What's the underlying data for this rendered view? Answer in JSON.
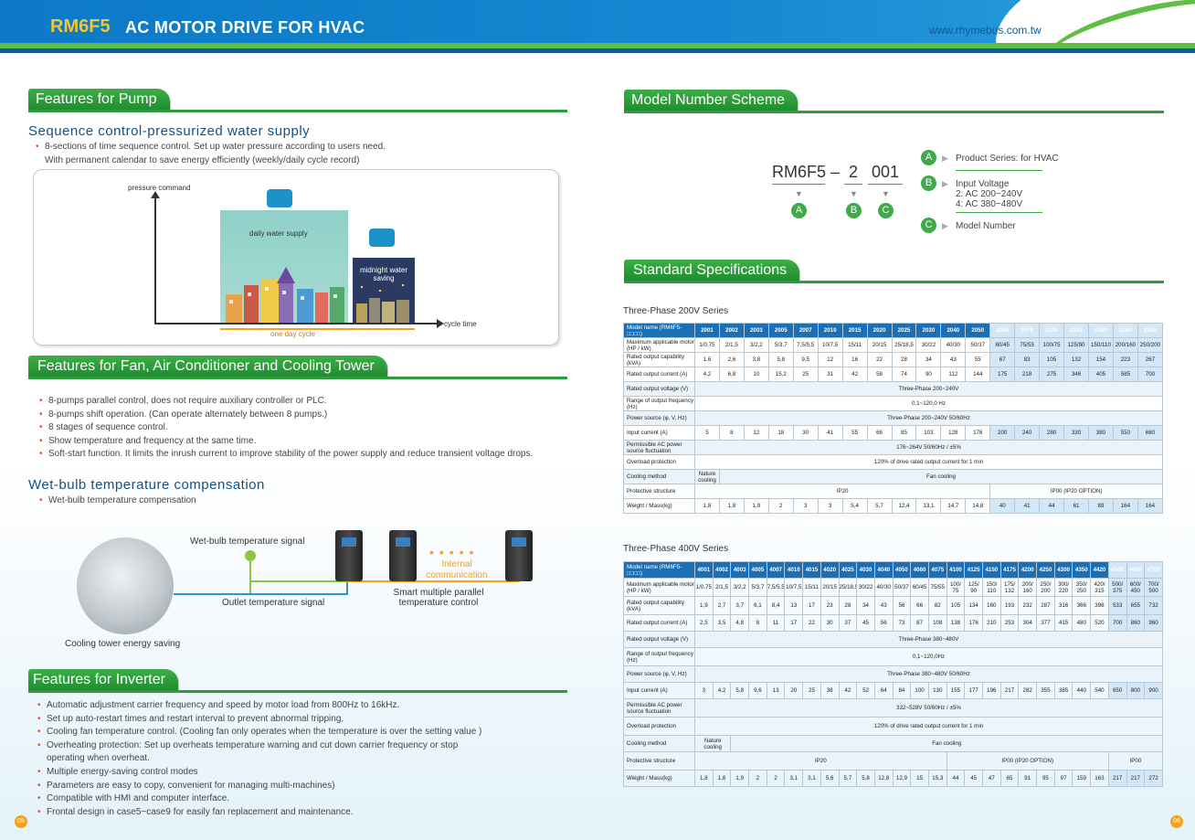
{
  "header": {
    "model": "RM6F5",
    "title": "AC MOTOR DRIVE FOR HVAC",
    "url": "www.rhymebus.com.tw"
  },
  "pump": {
    "section_title": "Features for Pump",
    "subtitle": "Sequence control-pressurized water supply",
    "bullets": [
      "8-sections of time sequence control. Set up water pressure according to users need.",
      "With permanent calendar to save energy efficiently (weekly/daily cycle record)"
    ],
    "diagram": {
      "y_label": "pressure command",
      "x_label": "cycle time",
      "day_label": "daily water supply",
      "night_label": "midnight water saving",
      "span_label": "one day cycle"
    }
  },
  "fan": {
    "section_title": "Features for Fan, Air Conditioner and Cooling Tower",
    "bullets": [
      "8-pumps parallel control, does not require auxiliary controller or PLC.",
      "8-pumps shift operation. (Can operate alternately between 8 pumps.)",
      "8 stages of sequence control.",
      "Show temperature and frequency at the same time.",
      "Soft-start function. It limits the inrush current to improve stability of the power supply and reduce transient voltage drops."
    ],
    "wetbulb_title": "Wet-bulb temperature compensation",
    "wetbulb_bullet": "Wet-bulb temperature compensation",
    "diagram": {
      "signal_label": "Wet-bulb temperature signal",
      "outlet_label": "Outlet temperature signal",
      "internal_label": "Internal communication",
      "smart_label": "Smart multiple parallel temperature control",
      "cooling_label": "Cooling tower energy saving"
    }
  },
  "inverter": {
    "section_title": "Features for Inverter",
    "bullets": [
      "Automatic adjustment carrier frequency and speed by motor load from 800Hz to 16kHz.",
      "Set up auto-restart times and restart interval to prevent abnormal tripping.",
      "Cooling fan temperature control. (Cooling fan only operates when the temperature is over the setting value )",
      "Overheating protection: Set up overheats temperature warning and cut down carrier frequency or stop",
      "operating when overheat.",
      "Multiple energy-saving control modes",
      "Parameters are easy to copy, convenient for managing multi-machines)",
      "Compatible with HMI and computer interface.",
      "Frontal design in case5~case9 for easily fan replacement and maintenance."
    ]
  },
  "scheme": {
    "section_title": "Model Number Scheme",
    "code_series": "RM6F5",
    "code_dash": "–",
    "code_voltage": "2",
    "code_model": "001",
    "markers": [
      "A",
      "B",
      "C"
    ],
    "desc_a": "Product Series: for HVAC",
    "desc_b_1": "Input Voltage",
    "desc_b_2": "2: AC 200~240V",
    "desc_b_3": "4: AC 380~480V",
    "desc_c": "Model Number"
  },
  "specs": {
    "section_title": "Standard Specifications",
    "t200": {
      "title": "Three-Phase 200V Series",
      "model_label": "Model name (RM6F5-□□□□)",
      "models": [
        "2001",
        "2002",
        "2003",
        "2005",
        "2007",
        "2010",
        "2015",
        "2020",
        "2025",
        "2030",
        "2040",
        "2050",
        "2060",
        "2075",
        "2100",
        "2125",
        "2150",
        "2200",
        "2250"
      ],
      "motor_label": "Maximum applicable motor (HP / kW)",
      "motor": [
        "1/0,75",
        "2/1,5",
        "3/2,2",
        "5/3,7",
        "7,5/5,5",
        "10/7,5",
        "15/11",
        "20/15",
        "25/18,5",
        "30/22",
        "40/30",
        "50/37",
        "60/45",
        "75/55",
        "100/75",
        "125/90",
        "150/110",
        "200/160",
        "250/200"
      ],
      "kva_label": "Rated output capability (kVA)",
      "kva": [
        "1,6",
        "2,6",
        "3,8",
        "5,8",
        "9,5",
        "12",
        "16",
        "22",
        "28",
        "34",
        "43",
        "55",
        "67",
        "83",
        "105",
        "132",
        "154",
        "223",
        "267"
      ],
      "current_label": "Rated output current (A)",
      "current": [
        "4,2",
        "6,8",
        "10",
        "15,2",
        "25",
        "31",
        "42",
        "58",
        "74",
        "90",
        "112",
        "144",
        "175",
        "218",
        "275",
        "346",
        "405",
        "585",
        "700"
      ],
      "voltage_label": "Rated output voltage (V)",
      "voltage": "Three-Phase 200~240V",
      "freq_label": "Range of output frequency (Hz)",
      "freq": "0,1~120,0 Hz",
      "power_label": "Power source (φ, V, Hz)",
      "power": "Three-Phase 200~240V 50/60Hz",
      "input_label": "Input current (A)",
      "input": [
        "5",
        "8",
        "12",
        "18",
        "30",
        "41",
        "55",
        "66",
        "85",
        "103",
        "128",
        "176",
        "200",
        "240",
        "280",
        "330",
        "380",
        "550",
        "660"
      ],
      "fluct_label": "Permissible AC power source fluctuation",
      "fluct": "176~264V 50/60Hz / ±5%",
      "overload_label": "Overload protection",
      "overload": "120% of drive rated output current for 1 min",
      "cooling_label": "Cooling method",
      "cooling_nature": "Nature cooling",
      "cooling_fan": "Fan cooling",
      "protect_label": "Protective structure",
      "protect_a": "IP20",
      "protect_b": "IP00 (IP20 OPTION)",
      "weight_label": "Weight / Mass(kg)",
      "weight": [
        "1,8",
        "1,8",
        "1,9",
        "2",
        "3",
        "3",
        "5,4",
        "5,7",
        "12,4",
        "13,1",
        "14,7",
        "14,8",
        "40",
        "41",
        "44",
        "61",
        "89",
        "164",
        "164"
      ]
    },
    "t400": {
      "title": "Three-Phase 400V Series",
      "model_label": "Model name (RM6F5-□□□□)",
      "models": [
        "4001",
        "4002",
        "4003",
        "4005",
        "4007",
        "4010",
        "4015",
        "4020",
        "4025",
        "4030",
        "4040",
        "4050",
        "4060",
        "4075",
        "4100",
        "4125",
        "4150",
        "4175",
        "4200",
        "4250",
        "4300",
        "4350",
        "4420",
        "4500",
        "4600",
        "4700"
      ],
      "motor_label": "Maximum applicable motor (HP / kW)",
      "motor": [
        "1/0,75",
        "2/1,5",
        "3/2,2",
        "5/3,7",
        "7,5/5,5",
        "10/7,5",
        "15/11",
        "20/15",
        "25/18,5",
        "30/22",
        "40/30",
        "50/37",
        "60/45",
        "75/55",
        "100/ 75",
        "125/ 90",
        "150/ 110",
        "175/ 132",
        "200/ 160",
        "250/ 200",
        "300/ 220",
        "350/ 250",
        "420/ 315",
        "500/ 375",
        "600/ 450",
        "700/ 500"
      ],
      "kva_label": "Rated output capability (kVA)",
      "kva": [
        "1,9",
        "2,7",
        "3,7",
        "6,1",
        "8,4",
        "13",
        "17",
        "23",
        "28",
        "34",
        "43",
        "56",
        "66",
        "82",
        "105",
        "134",
        "160",
        "193",
        "232",
        "287",
        "316",
        "366",
        "396",
        "533",
        "655",
        "732"
      ],
      "current_label": "Rated output current (A)",
      "current": [
        "2,5",
        "3,5",
        "4,8",
        "8",
        "11",
        "17",
        "22",
        "30",
        "37",
        "45",
        "56",
        "73",
        "87",
        "108",
        "138",
        "176",
        "210",
        "253",
        "304",
        "377",
        "415",
        "480",
        "520",
        "700",
        "860",
        "960"
      ],
      "voltage_label": "Rated output voltage (V)",
      "voltage": "Three-Phase 380~480V",
      "freq_label": "Range of output frequency (Hz)",
      "freq": "0,1~120,0Hz",
      "power_label": "Power source (φ, V, Hz)",
      "power": "Three-Phase 380~480V 50/60Hz",
      "input_label": "Input current (A)",
      "input": [
        "3",
        "4,2",
        "5,8",
        "9,6",
        "13",
        "20",
        "25",
        "38",
        "42",
        "52",
        "64",
        "84",
        "100",
        "130",
        "155",
        "177",
        "196",
        "217",
        "282",
        "355",
        "385",
        "440",
        "540",
        "650",
        "800",
        "900"
      ],
      "fluct_label": "Permissible AC power source fluctuation",
      "fluct": "332~528V 50/60Hz / ±5%",
      "overload_label": "Overload protection",
      "overload": "120% of drive rated output current for 1 min",
      "cooling_label": "Cooling method",
      "cooling_nature": "Nature cooling",
      "cooling_fan": "Fan cooling",
      "protect_label": "Protective structure",
      "protect_a": "IP20",
      "protect_b": "IP00 (IP20 OPTION)",
      "protect_c": "IP00",
      "weight_label": "Weight / Mass(kg)",
      "weight": [
        "1,8",
        "1,8",
        "1,9",
        "2",
        "2",
        "3,1",
        "3,1",
        "5,6",
        "5,7",
        "5,8",
        "12,8",
        "12,9",
        "15",
        "15,3",
        "44",
        "45",
        "47",
        "65",
        "91",
        "95",
        "97",
        "159",
        "163",
        "217",
        "217",
        "272"
      ]
    }
  },
  "pages": {
    "left": "05",
    "right": "06"
  },
  "colors": {
    "brand_blue": "#0c7ac6",
    "accent_green": "#2e9c3c",
    "accent_orange": "#f3a21c",
    "model_yellow": "#f6c52c"
  }
}
